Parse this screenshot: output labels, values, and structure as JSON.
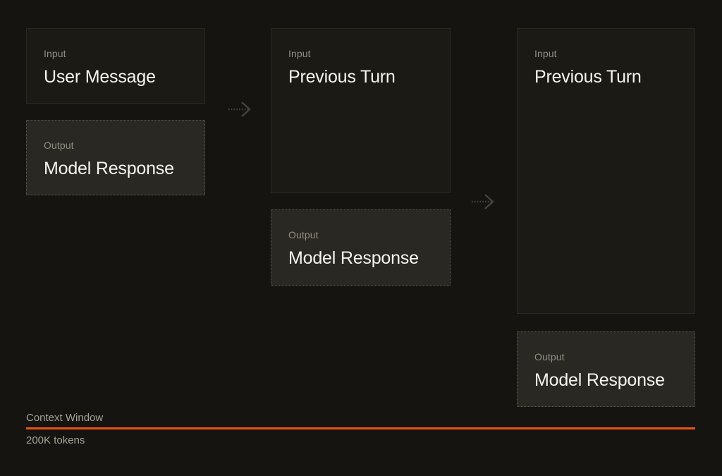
{
  "diagram": {
    "title_hint": "context-window-growth-across-turns",
    "turns": [
      {
        "input_label": "Input",
        "input_title": "User Message",
        "output_label": "Output",
        "output_title": "Model Response"
      },
      {
        "input_label": "Input",
        "input_title": "Previous Turn",
        "output_label": "Output",
        "output_title": "Model Response"
      },
      {
        "input_label": "Input",
        "input_title": "Previous Turn",
        "output_label": "Output",
        "output_title": "Model Response"
      }
    ],
    "footer": {
      "label": "Context Window",
      "tokens": "200K tokens"
    },
    "colors": {
      "background": "#151410",
      "input_box_fill": "#1b1a15",
      "output_box_fill": "#2a2822",
      "accent_line": "#ee5310",
      "label_text": "#918d83",
      "title_text": "#f7f5ef",
      "footer_text": "#a6a298",
      "arrow": "#45423b"
    }
  }
}
